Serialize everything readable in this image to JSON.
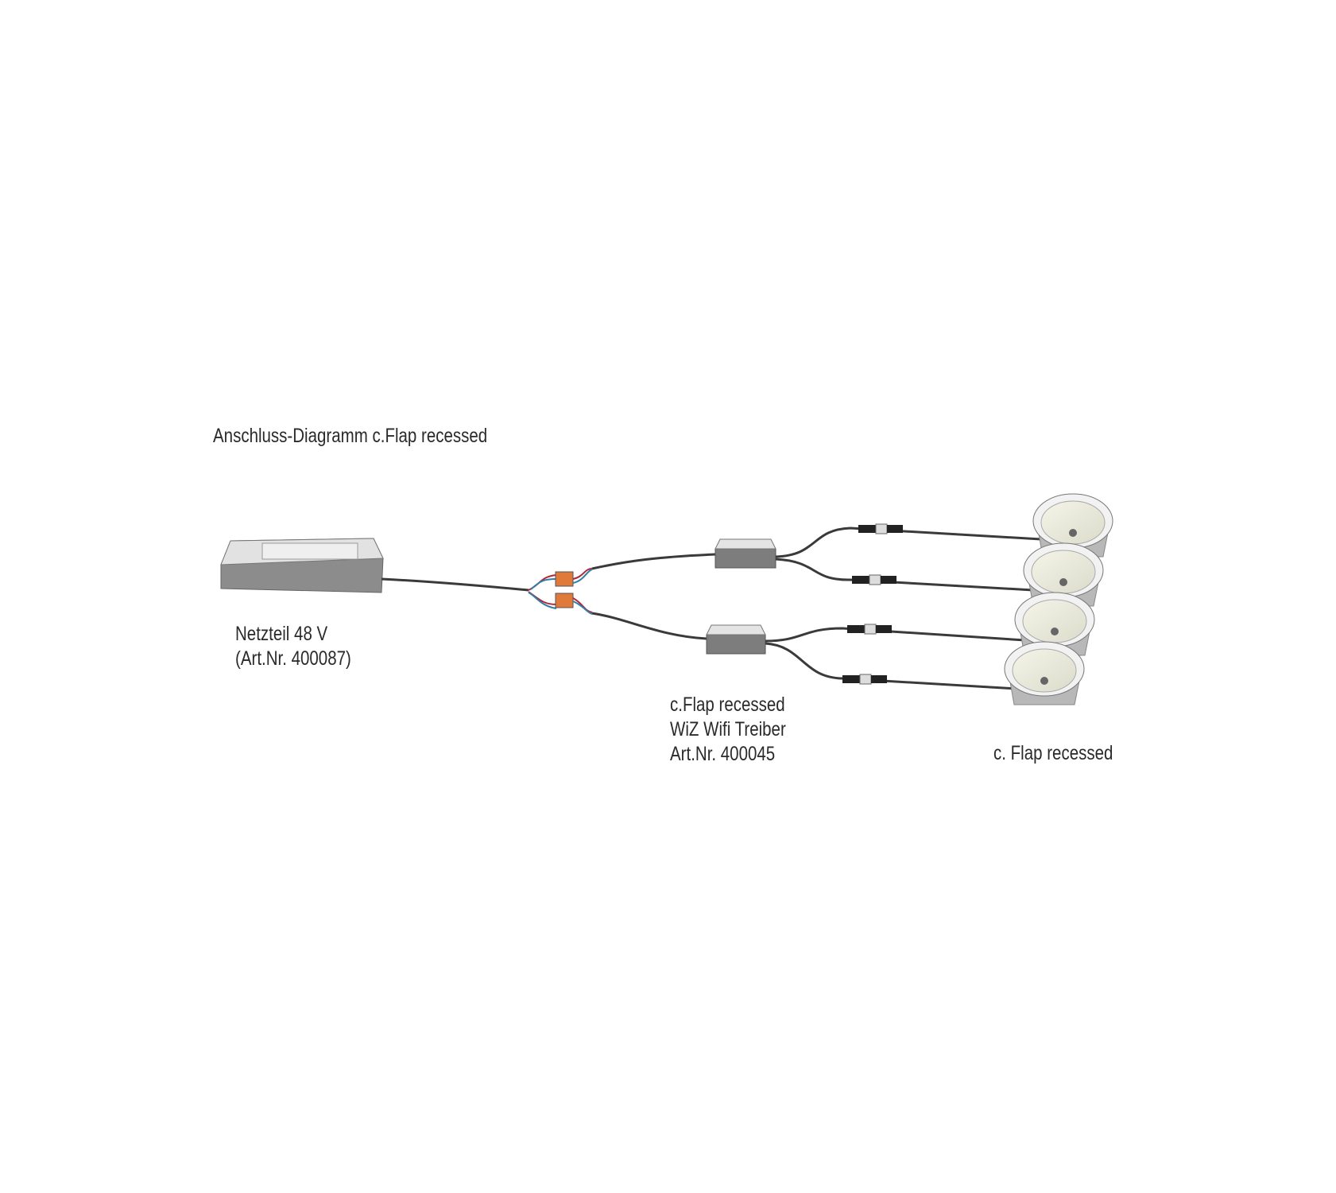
{
  "title": "Anschluss-Diagramm c.Flap recessed",
  "power_supply": {
    "line1": "Netzteil 48 V",
    "line2": "(Art.Nr. 400087)"
  },
  "driver": {
    "line1": "c.Flap recessed",
    "line2": "WiZ Wifi Treiber",
    "line3": "Art.Nr. 400045"
  },
  "luminaire": {
    "label": "c. Flap recessed"
  },
  "colors": {
    "cable": "#3a3a3a",
    "wire_red": "#b0283a",
    "wire_blue": "#2f7fa8",
    "connector": "#e07a3a",
    "housing": "#d8d8d8"
  }
}
